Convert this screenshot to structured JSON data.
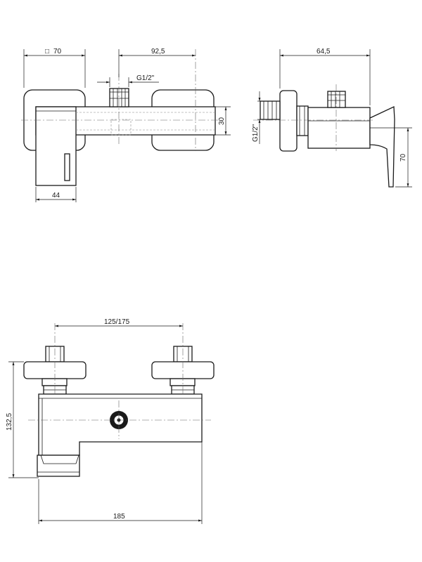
{
  "views": {
    "front_top": {
      "dim_width": "70",
      "dim_square_symbol": "□",
      "dim_spacing": "92,5",
      "dim_thread": "G1/2\"",
      "dim_height": "30",
      "dim_spout": "44"
    },
    "side": {
      "dim_depth": "64,5",
      "dim_thread": "G1/2\"",
      "dim_lever": "70"
    },
    "bottom": {
      "dim_centers": "125/175",
      "dim_height": "132,5",
      "dim_length": "185"
    }
  }
}
